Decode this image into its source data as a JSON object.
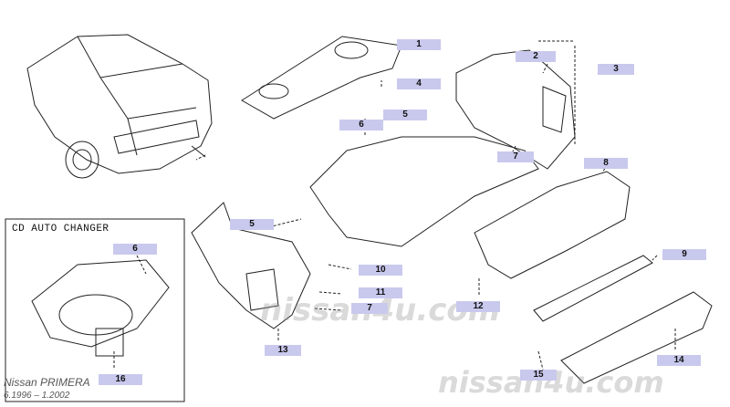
{
  "inset": {
    "title": "CD AUTO CHANGER"
  },
  "footer": {
    "model": "Nissan PRIMERA",
    "dates": "6.1996 – 1.2002"
  },
  "watermark": {
    "text_center": "nissan4u.com",
    "text_bottom": "nissan4u.com"
  },
  "callouts": [
    "1",
    "2",
    "3",
    "4",
    "5",
    "6",
    "7",
    "8",
    "9",
    "10",
    "11",
    "12",
    "13",
    "14",
    "15",
    "5",
    "6",
    "7",
    "16"
  ],
  "colors": {
    "label_bg": "#c9c9ee",
    "line": "#222222"
  }
}
